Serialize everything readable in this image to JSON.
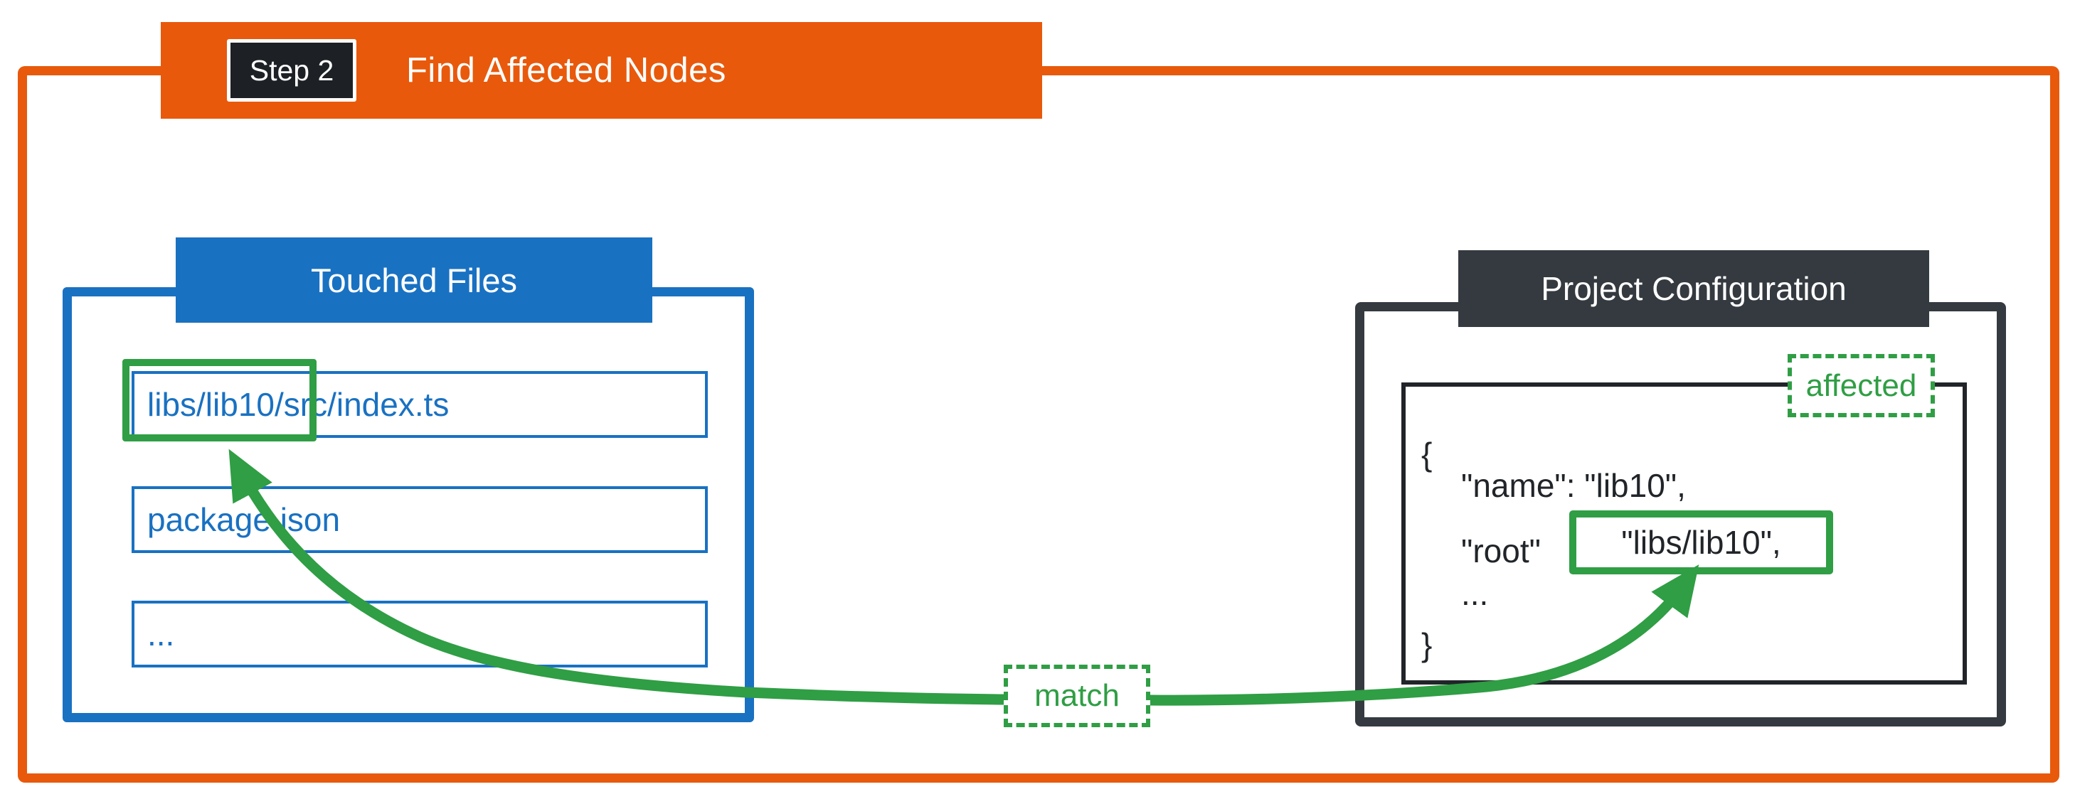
{
  "banner": {
    "step_label": "Step 2",
    "title": "Find Affected Nodes"
  },
  "touched_files": {
    "title": "Touched Files",
    "files": [
      "libs/lib10/src/index.ts",
      "package.json",
      "..."
    ],
    "highlighted_fragment": "libs/lib10"
  },
  "project_config": {
    "title": "Project Configuration",
    "affected_label": "affected",
    "code": {
      "open_brace": "{",
      "name_line": "\"name\": \"lib10\",",
      "root_key": "\"root\"",
      "root_value": "\"libs/lib10\",",
      "ellipsis": "...",
      "close_brace": "}"
    }
  },
  "connector": {
    "match_label": "match"
  },
  "colors": {
    "orange": "#E8590C",
    "blue": "#1971C2",
    "green": "#2F9E44",
    "dark": "#343A40",
    "badge_black": "#1d2125",
    "code_text": "#212529"
  }
}
